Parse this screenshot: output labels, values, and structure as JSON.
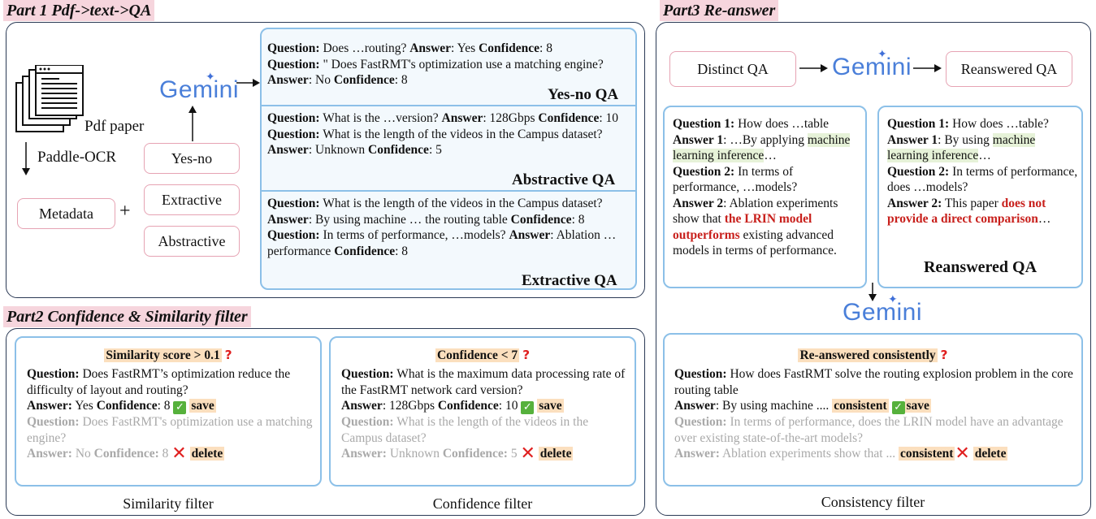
{
  "part1": {
    "title": "Part 1 Pdf->text->QA",
    "pdf_label": "Pdf paper",
    "ocr_label": "Paddle-OCR",
    "metadata": "Metadata",
    "plus": "+",
    "gemini": "Gemini",
    "qa_types": [
      "Yes-no",
      "Extractive",
      "Abstractive"
    ],
    "yesno": {
      "q1_label": "Question:",
      "q1": " Does …routing? ",
      "a1_label": "Answer",
      "a1": ": Yes ",
      "c1_label": "Confidence",
      "c1": ": 8",
      "q2_label": "Question:",
      "q2": " \" Does FastRMT's optimization use a matching engine? ",
      "a2_label": "Answer",
      "a2": ": No ",
      "c2_label": "Confidence",
      "c2": ": 8",
      "label": "Yes-no QA"
    },
    "abstractive": {
      "q1_label": "Question:",
      "q1": " What is the …version? ",
      "a1_label": "Answer",
      "a1": ": 128Gbps ",
      "c1_label": "Confidence",
      "c1": ": 10",
      "q2_label": "Question:",
      "q2": " What is the length of the videos in the Campus dataset? ",
      "a2_label": "Answer",
      "a2": ": Unknown ",
      "c2_label": "Confidence",
      "c2": ": 5",
      "label": "Abstractive QA"
    },
    "extractive": {
      "q1_label": "Question:",
      "q1": " What is the length of the videos in the Campus dataset? ",
      "a1_label": "Answer",
      "a1": ": By using machine … the routing table ",
      "c1_label": "Confidence",
      "c1": ": 8",
      "q2_label": "Question:",
      "q2": " In terms of performance, …models? ",
      "a2_label": "Answer",
      "a2": ": Ablation … performance ",
      "c2_label": "Confidence",
      "c2": ": 8",
      "label": "Extractive QA"
    }
  },
  "part2": {
    "title": "Part2 Confidence & Similarity filter",
    "similarity": {
      "header": "Similarity score > 0.1",
      "q1_label": "Question:",
      "q1": " Does FastRMT’s optimization reduce the difficulty of layout and routing?",
      "a1_label": "Answer:",
      "a1": " Yes ",
      "c1_label": "Confidence",
      "c1": ": 8 ",
      "save": "save",
      "q2_label": "Question:",
      "q2": " Does FastRMT's optimization use a matching engine?",
      "a2_label": "Answer:",
      "a2": " No ",
      "c2_label": "Confidence:",
      "c2": " 8 ",
      "delete": "delete",
      "caption": "Similarity filter"
    },
    "confidence": {
      "header": "Confidence < 7",
      "q1_label": "Question:",
      "q1": " What is the maximum data processing rate of the FastRMT network card version?",
      "a1_label": "Answer",
      "a1": ": 128Gbps  ",
      "c1_label": "Confidence",
      "c1": ": 10 ",
      "save": "save",
      "q2_label": "Question:",
      "q2": " What is the length of the videos in the Campus dataset?",
      "a2_label": "Answer:",
      "a2": " Unknown ",
      "c2_label": "Confidence:",
      "c2": " 5 ",
      "delete": "delete",
      "caption": "Confidence filter"
    }
  },
  "part3": {
    "title": "Part3 Re-answer",
    "distinct": "Distinct QA",
    "gemini": "Gemini",
    "reanswered": "Reanswered QA",
    "left": {
      "q1_label": "Question 1:",
      "q1": "  How does …table",
      "a1_label": "Answer 1",
      "a1_pre": ": …By applying ",
      "a1_hl": "machine learning inference",
      "a1_post": "…",
      "q2_label": "Question 2:",
      "q2": " In terms of performance, …models?",
      "a2_label": "Answer 2",
      "a2_pre": ": Ablation experiments show that ",
      "a2_red": "the LRIN model outperforms",
      "a2_post": " existing advanced models in terms of performance."
    },
    "right": {
      "q1_label": "Question 1:",
      "q1": " How does …table?",
      "a1_label": "Answer 1",
      "a1_pre": ": By using ",
      "a1_hl": "machine learning inference",
      "a1_post": "…",
      "q2_label": "Question 2:",
      "q2": " In terms of performance, does …models?",
      "a2_label": "Answer 2:",
      "a2_pre": " This paper ",
      "a2_red": "does not provide a direct comparison",
      "a2_post": "…",
      "label": "Reanswered QA"
    },
    "gemini2": "Gemini",
    "consistency": {
      "header": "Re-answered consistently",
      "q1_label": "Question:",
      "q1": "  How does FastRMT solve the routing explosion problem in the core routing table",
      "a1_label": "Answer",
      "a1": ": By using machine .... ",
      "consistent": "consistent",
      "save": "save",
      "q2_label": "Question:",
      "q2": " In terms of performance, does the LRIN model have an advantage over existing state-of-the-art models?",
      "a2_label": "Answer:",
      "a2": " Ablation experiments show that ... ",
      "consistent2": "consistent",
      "delete": "delete",
      "caption": "Consistency filter"
    }
  },
  "colors": {
    "panel_border": "#2b3a55",
    "box_border": "#8cc0e8",
    "pink_border": "#e6a3b3",
    "title_bg": "#f6d5dd",
    "gemini_blue": "#4a7fd9",
    "highlight_orange": "#fbdfbe",
    "highlight_green": "#e6f2d8",
    "red_text": "#c8201c"
  }
}
